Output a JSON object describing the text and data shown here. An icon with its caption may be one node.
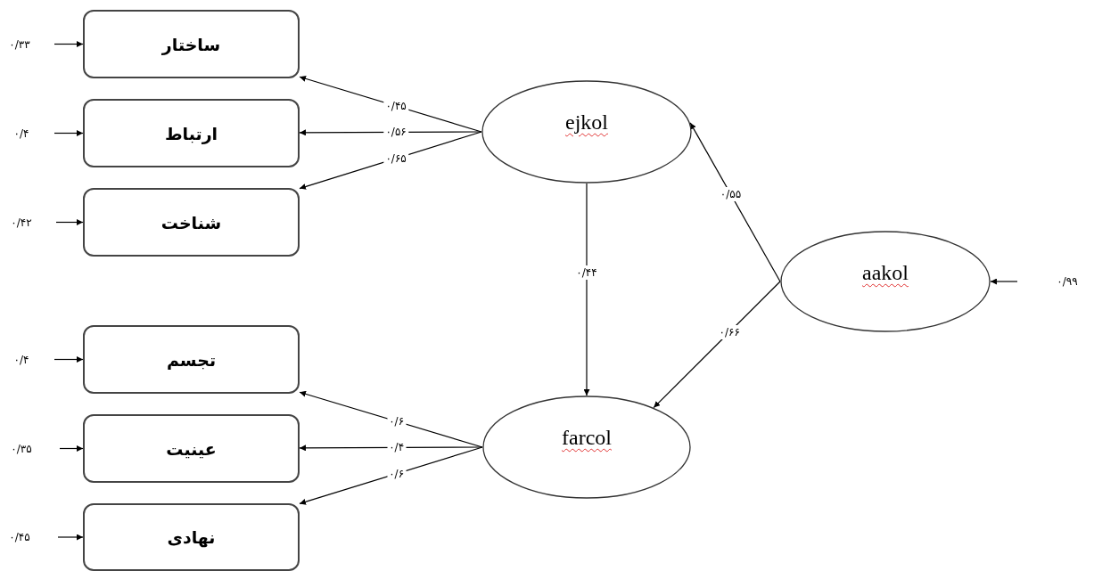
{
  "diagram": {
    "nodes": [
      {
        "text": [
          "ساختار"
        ]
      },
      {
        "text": [
          "ارتباط"
        ]
      },
      {
        "text": [
          "شناخت"
        ]
      },
      {
        "text": [
          "تجسم"
        ]
      },
      {
        "text": [
          "عینیت"
        ]
      },
      {
        "text": [
          "نهادی"
        ]
      },
      {
        "text": [
          "ejkol"
        ]
      },
      {
        "text": [
          "farcol"
        ]
      },
      {
        "text": [
          "aakol"
        ]
      }
    ],
    "edges": [
      {
        "from": 6,
        "to": 0,
        "arrow": "to",
        "label": "۰/۴۵"
      },
      {
        "from": 6,
        "to": 1,
        "arrow": "to",
        "label": "۰/۵۶"
      },
      {
        "from": 6,
        "to": 2,
        "arrow": "to",
        "label": "۰/۶۵"
      },
      {
        "from": 7,
        "to": 3,
        "arrow": "to",
        "label": "۰/۶"
      },
      {
        "from": 7,
        "to": 4,
        "arrow": "to",
        "label": "۰/۴"
      },
      {
        "from": 7,
        "to": 5,
        "arrow": "to",
        "label": "۰/۶"
      },
      {
        "from": 6,
        "to": 7,
        "arrow": "to",
        "label": "۰/۴۴"
      },
      {
        "from": 8,
        "to": 6,
        "arrow": "to",
        "label": "۰/۵۵"
      },
      {
        "from": 8,
        "to": 7,
        "arrow": "to",
        "label": "۰/۶۶"
      },
      {
        "from": null,
        "to": 0,
        "arrow": "to",
        "label": "۰/۳۳"
      },
      {
        "from": null,
        "to": 1,
        "arrow": "to",
        "label": "۰/۴"
      },
      {
        "from": null,
        "to": 2,
        "arrow": "to",
        "label": "۰/۴۲"
      },
      {
        "from": null,
        "to": 3,
        "arrow": "to",
        "label": "۰/۴"
      },
      {
        "from": null,
        "to": 4,
        "arrow": "to",
        "label": "۰/۳۵"
      },
      {
        "from": null,
        "to": 5,
        "arrow": "to",
        "label": "۰/۴۵"
      },
      {
        "from": null,
        "to": 8,
        "arrow": "to",
        "label": "۰/۹۹"
      }
    ]
  }
}
